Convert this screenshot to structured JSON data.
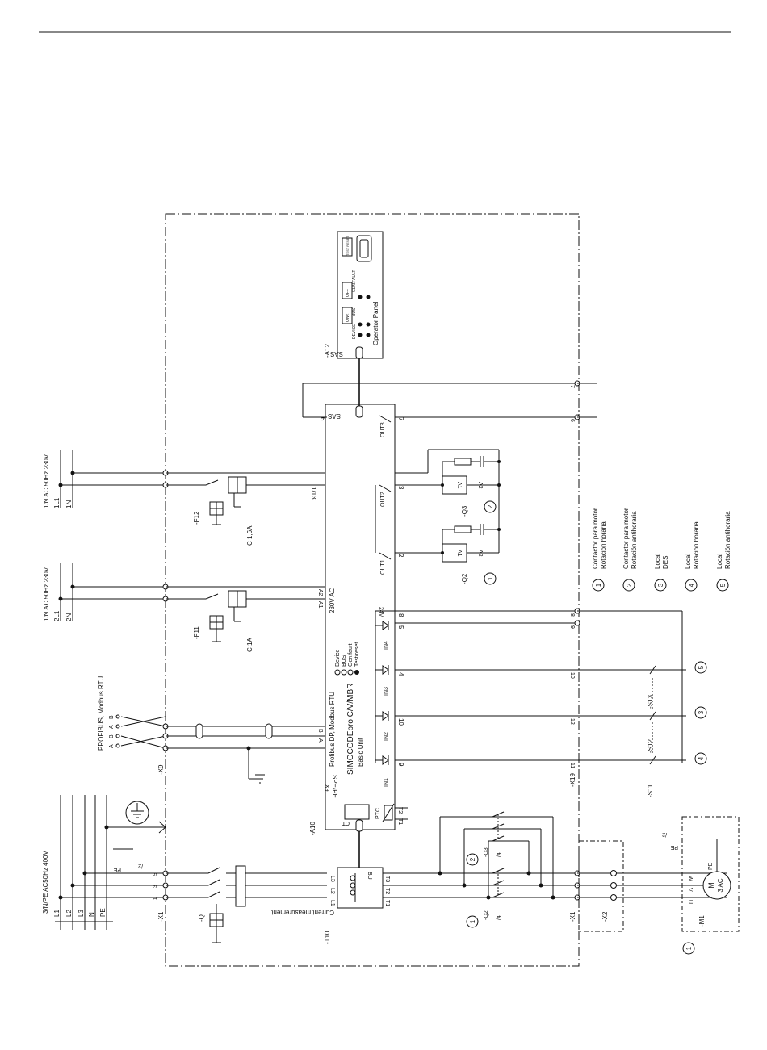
{
  "power_main": {
    "title": "3/N/PE AC50Hz 400V",
    "labels": [
      "L1",
      "L2",
      "L3",
      "N",
      "PE"
    ]
  },
  "supply_2": {
    "title": "1/N AC 50Hz 230V",
    "labels": [
      "2L1",
      "2N"
    ]
  },
  "supply_1": {
    "title": "1/N AC 50Hz 230V",
    "labels": [
      "1L1",
      "1N"
    ]
  },
  "fuses": {
    "f11": "-F11",
    "f11_rating": "C 1A",
    "f12": "-F12",
    "f12_rating": "C 1,6A"
  },
  "breaker": "-Q",
  "x1": "-X1",
  "x9": "-X9",
  "x19": "-X19",
  "x2": "-X2",
  "a10": "-A10",
  "a12": "-A12",
  "t10": "-T10",
  "m1": "-M1",
  "motor": {
    "m": "M",
    "ac": "3 AC",
    "pe": "PE",
    "u": "U",
    "v": "V",
    "w": "W"
  },
  "sas": "SAS",
  "operator_panel": {
    "title": "Operator Panel",
    "leds": [
      "DEVICE",
      "BUS",
      "GEN.FAULT"
    ],
    "buttons": [
      "ON<",
      "OFF",
      "ON>",
      "TEST RESET"
    ]
  },
  "simocode": {
    "title": "SIMOCODEpro C/V/MBR",
    "basic": "Basic Unit",
    "bus": "Profibus DP, Modbus RTU",
    "status": [
      "Device",
      "BUS",
      "Gen.fault",
      "Test/reset"
    ],
    "ac230": "230V AC",
    "v24": "24V",
    "ptc": "PTC",
    "ct": "CT",
    "t1": "T1",
    "t2": "T2",
    "spe": "SPE/PE",
    "x9": "X9"
  },
  "inputs": [
    "IN1",
    "IN2",
    "IN3",
    "IN4"
  ],
  "outputs": [
    "OUT1",
    "OUT2",
    "OUT3"
  ],
  "terminal_a": {
    "a1": "A1",
    "a2": "A2",
    "b": "B",
    "a": "A",
    "n13": "1/13"
  },
  "profibus": {
    "title": "PROFIBUS, Modbus RTU",
    "labels": [
      "B",
      "A",
      "B",
      "A"
    ]
  },
  "contactors": {
    "q2": "-Q2",
    "q3": "-Q3",
    "ref": "/4",
    "a1": "A1",
    "a2": "A2"
  },
  "current_measurement": {
    "title": "Current measurement",
    "bu": "BU"
  },
  "pe_ref": {
    "pe": "PE",
    "ref": "/2"
  },
  "switches": {
    "s11": "-S11",
    "s12": "-S12",
    "s13": "-S13"
  },
  "legend": [
    {
      "num": "1",
      "line1": "Contactor para motor",
      "line2": "Rotación horaria"
    },
    {
      "num": "2",
      "line1": "Contactor para motor",
      "line2": "Rotación antihoraria"
    },
    {
      "num": "3",
      "line1": "Local",
      "line2": "DES"
    },
    {
      "num": "4",
      "line1": "Local",
      "line2": "Rotación horaria"
    },
    {
      "num": "5",
      "line1": "Local",
      "line2": "Rotación antihoraria"
    }
  ],
  "circle_marks": [
    "1",
    "2",
    "3",
    "4",
    "5"
  ]
}
